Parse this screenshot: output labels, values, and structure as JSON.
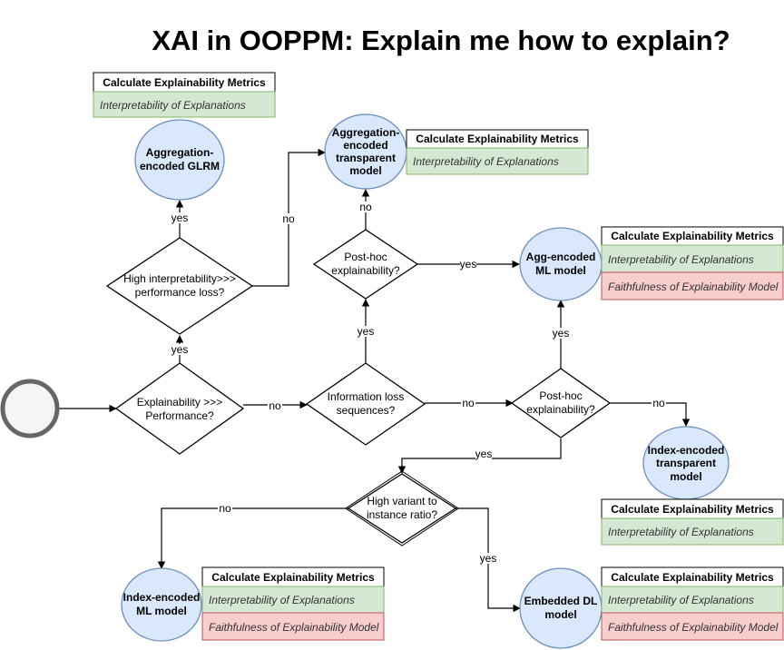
{
  "title": "XAI in OOPPM: Explain me how to explain?",
  "colors": {
    "model_fill": "#dae8fc",
    "model_stroke": "#6c8ebf",
    "start_fill": "#f5f5f5",
    "start_stroke": "#666666",
    "green_fill": "#d5e8d4",
    "green_stroke": "#82b366",
    "red_fill": "#f8cecc",
    "red_stroke": "#b85450"
  },
  "decisions": {
    "explainability_vs_performance": [
      "Explainability >>>",
      "Performance?"
    ],
    "high_interpretability": [
      "High interpretability>>>",
      "performance loss?"
    ],
    "information_loss": [
      "Information loss",
      "sequences?"
    ],
    "posthoc_top": [
      "Post-hoc",
      "explainability?"
    ],
    "posthoc_right": [
      "Post-hoc",
      "explainability?"
    ],
    "high_variant": [
      "High variant to",
      "instance ratio?"
    ]
  },
  "models": {
    "agg_glrm": [
      "Aggregation-",
      "encoded GLRM"
    ],
    "agg_transparent": [
      "Aggregation-",
      "encoded",
      "transparent",
      "model"
    ],
    "agg_ml": [
      "Agg-encoded",
      "ML model"
    ],
    "index_transparent": [
      "Index-encoded",
      "transparent",
      "model"
    ],
    "index_ml": [
      "Index-encoded",
      "ML model"
    ],
    "embedded_dl": [
      "Embedded DL",
      "model"
    ]
  },
  "edge_labels": {
    "yes": "yes",
    "no": "no"
  },
  "metrics": {
    "header": "Calculate Explainability Metrics",
    "interpretability": "Interpretability of Explanations",
    "faithfulness": "Faithfulness of Explainability Model"
  }
}
